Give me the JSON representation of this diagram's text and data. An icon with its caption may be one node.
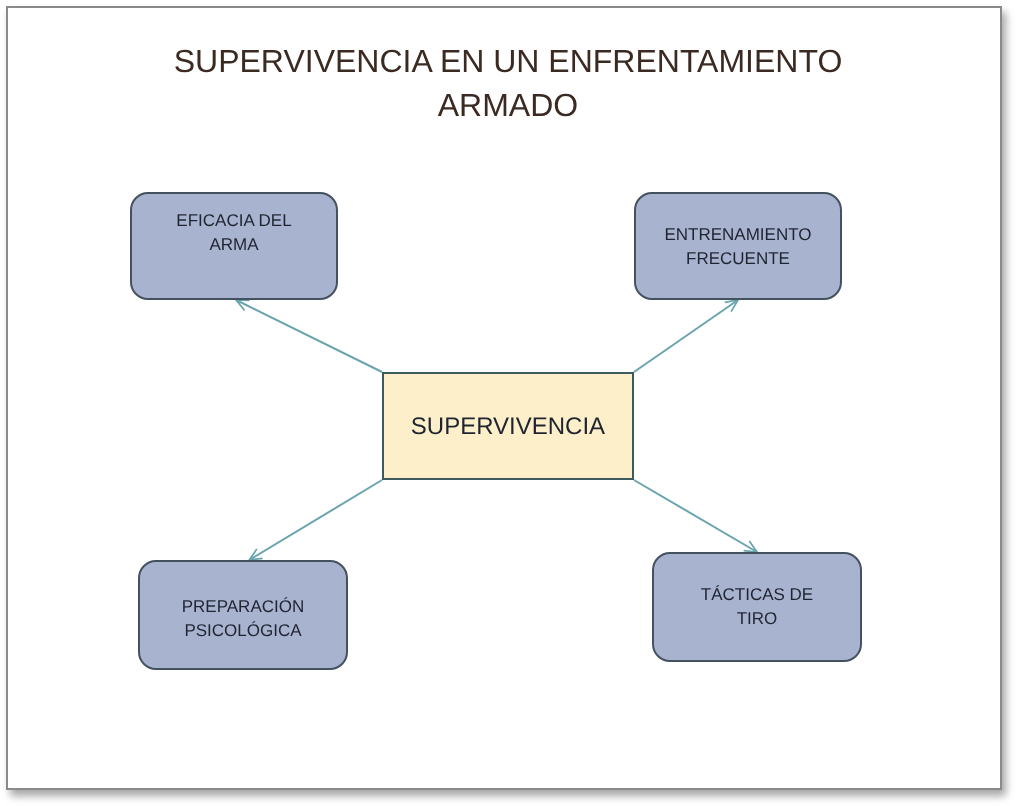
{
  "diagram": {
    "title": "SUPERVIVENCIA EN UN ENFRENTAMIENTO ARMADO",
    "nodes": [
      {
        "text": [
          "SUPERVIVENCIA"
        ]
      },
      {
        "text": [
          "EFICACIA DEL ARMA"
        ]
      },
      {
        "text": [
          "ENTRENAMIENTO FRECUENTE"
        ]
      },
      {
        "text": [
          "PREPARACIÓN PSICOLÓGICA"
        ]
      },
      {
        "text": [
          "TÁCTICAS DE TIRO"
        ]
      }
    ],
    "edges": [
      {
        "from": 0,
        "to": 1,
        "arrow": "to"
      },
      {
        "from": 0,
        "to": 2,
        "arrow": "to"
      },
      {
        "from": 0,
        "to": 3,
        "arrow": "to"
      },
      {
        "from": 0,
        "to": 4,
        "arrow": "to"
      }
    ]
  }
}
